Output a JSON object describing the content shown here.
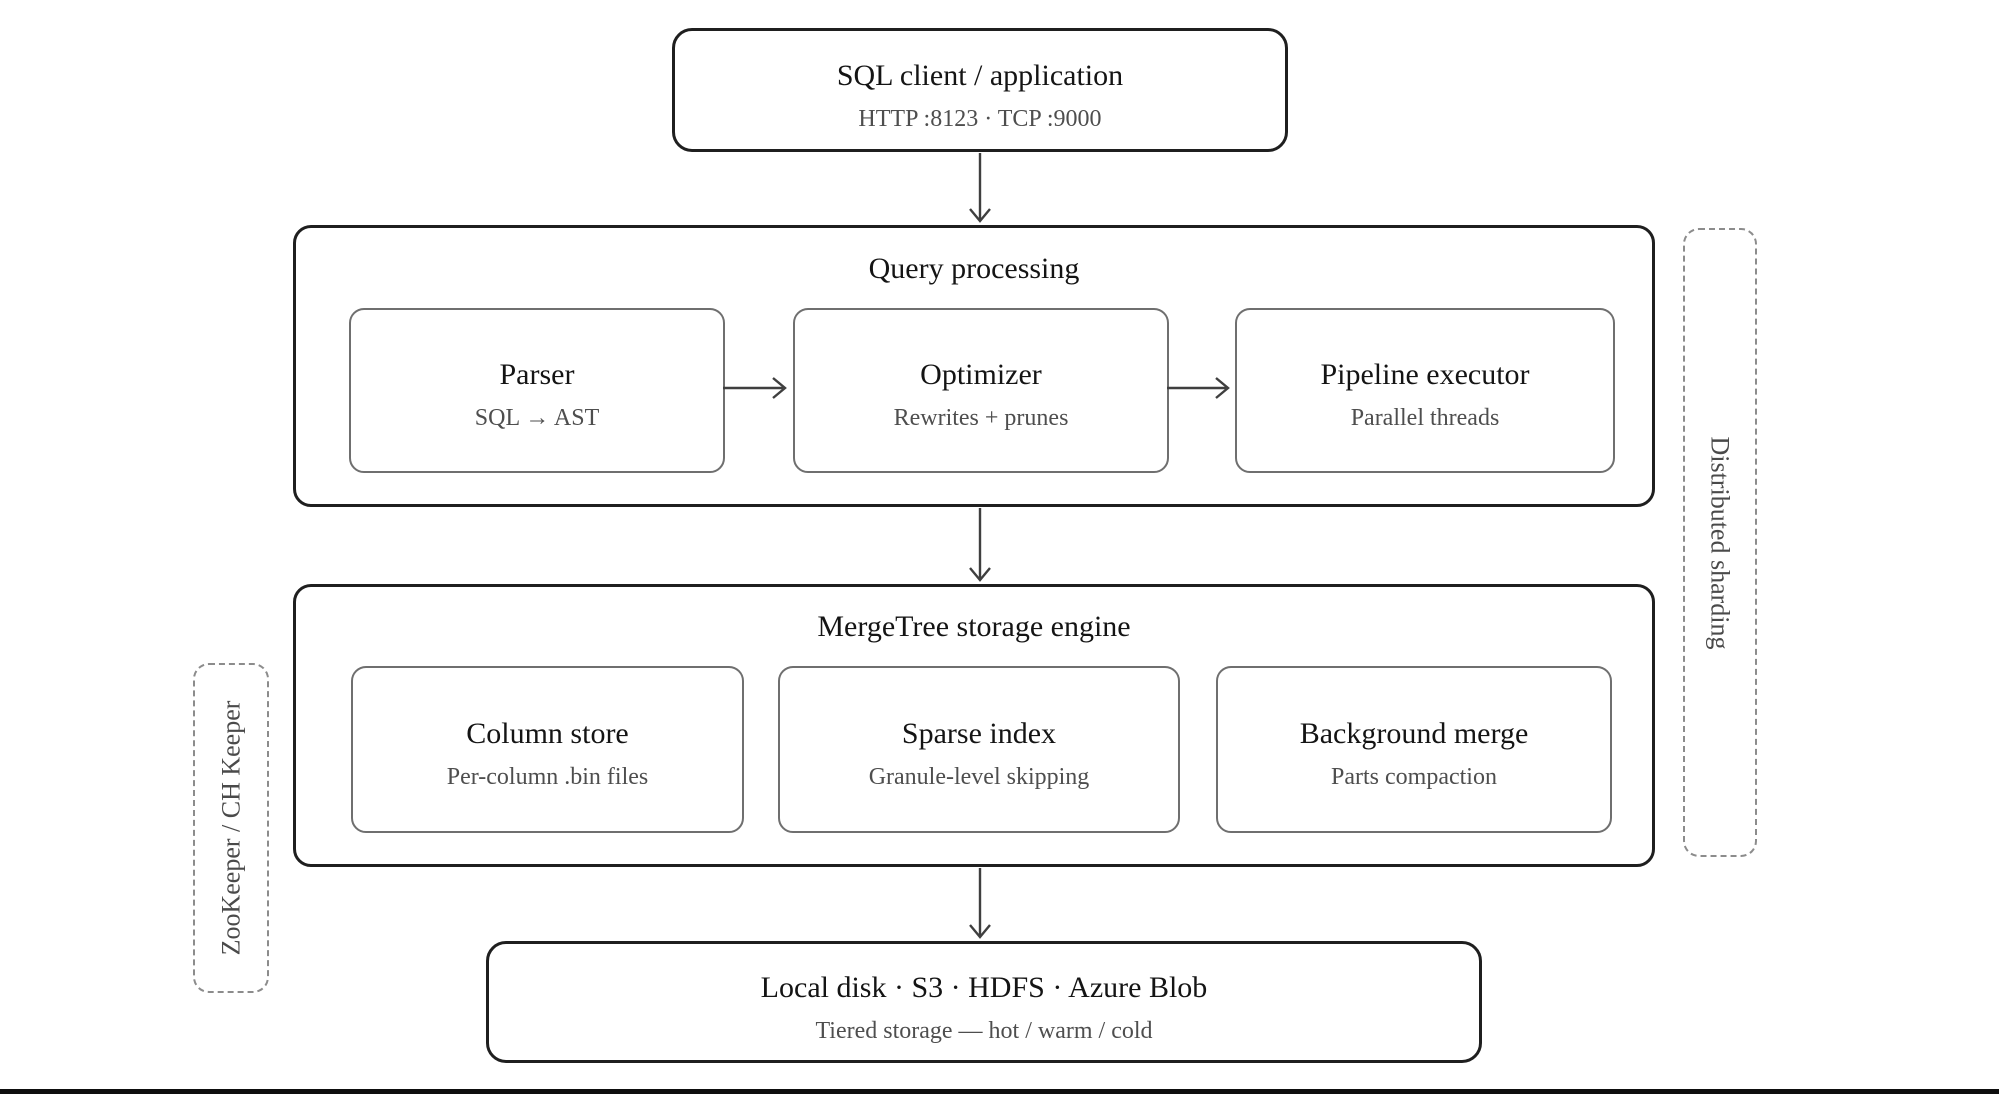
{
  "diagram": {
    "client": {
      "title": "SQL client / application",
      "subtitle": "HTTP :8123 · TCP :9000"
    },
    "query": {
      "title": "Query processing",
      "boxes": [
        {
          "title": "Parser",
          "subtitle": "SQL → AST"
        },
        {
          "title": "Optimizer",
          "subtitle": "Rewrites + prunes"
        },
        {
          "title": "Pipeline executor",
          "subtitle": "Parallel threads"
        }
      ]
    },
    "storage": {
      "title": "MergeTree storage engine",
      "boxes": [
        {
          "title": "Column store",
          "subtitle": "Per-column .bin files"
        },
        {
          "title": "Sparse index",
          "subtitle": "Granule-level skipping"
        },
        {
          "title": "Background merge",
          "subtitle": "Parts compaction"
        }
      ]
    },
    "tiers": {
      "title": "Local disk · S3 · HDFS · Azure Blob",
      "subtitle": "Tiered storage — hot / warm / cold"
    },
    "side_labels": {
      "left": "ZooKeeper / CH Keeper",
      "right": "Distributed sharding"
    },
    "colors": {
      "outer_border": "#1f1f1f",
      "inner_border": "#6f6f6f",
      "dashed_border": "#8c8c8c",
      "arrow": "#3f3f3f",
      "title_text": "#141414",
      "subtitle_text": "#4e4e4e",
      "background": "#ffffff"
    }
  }
}
